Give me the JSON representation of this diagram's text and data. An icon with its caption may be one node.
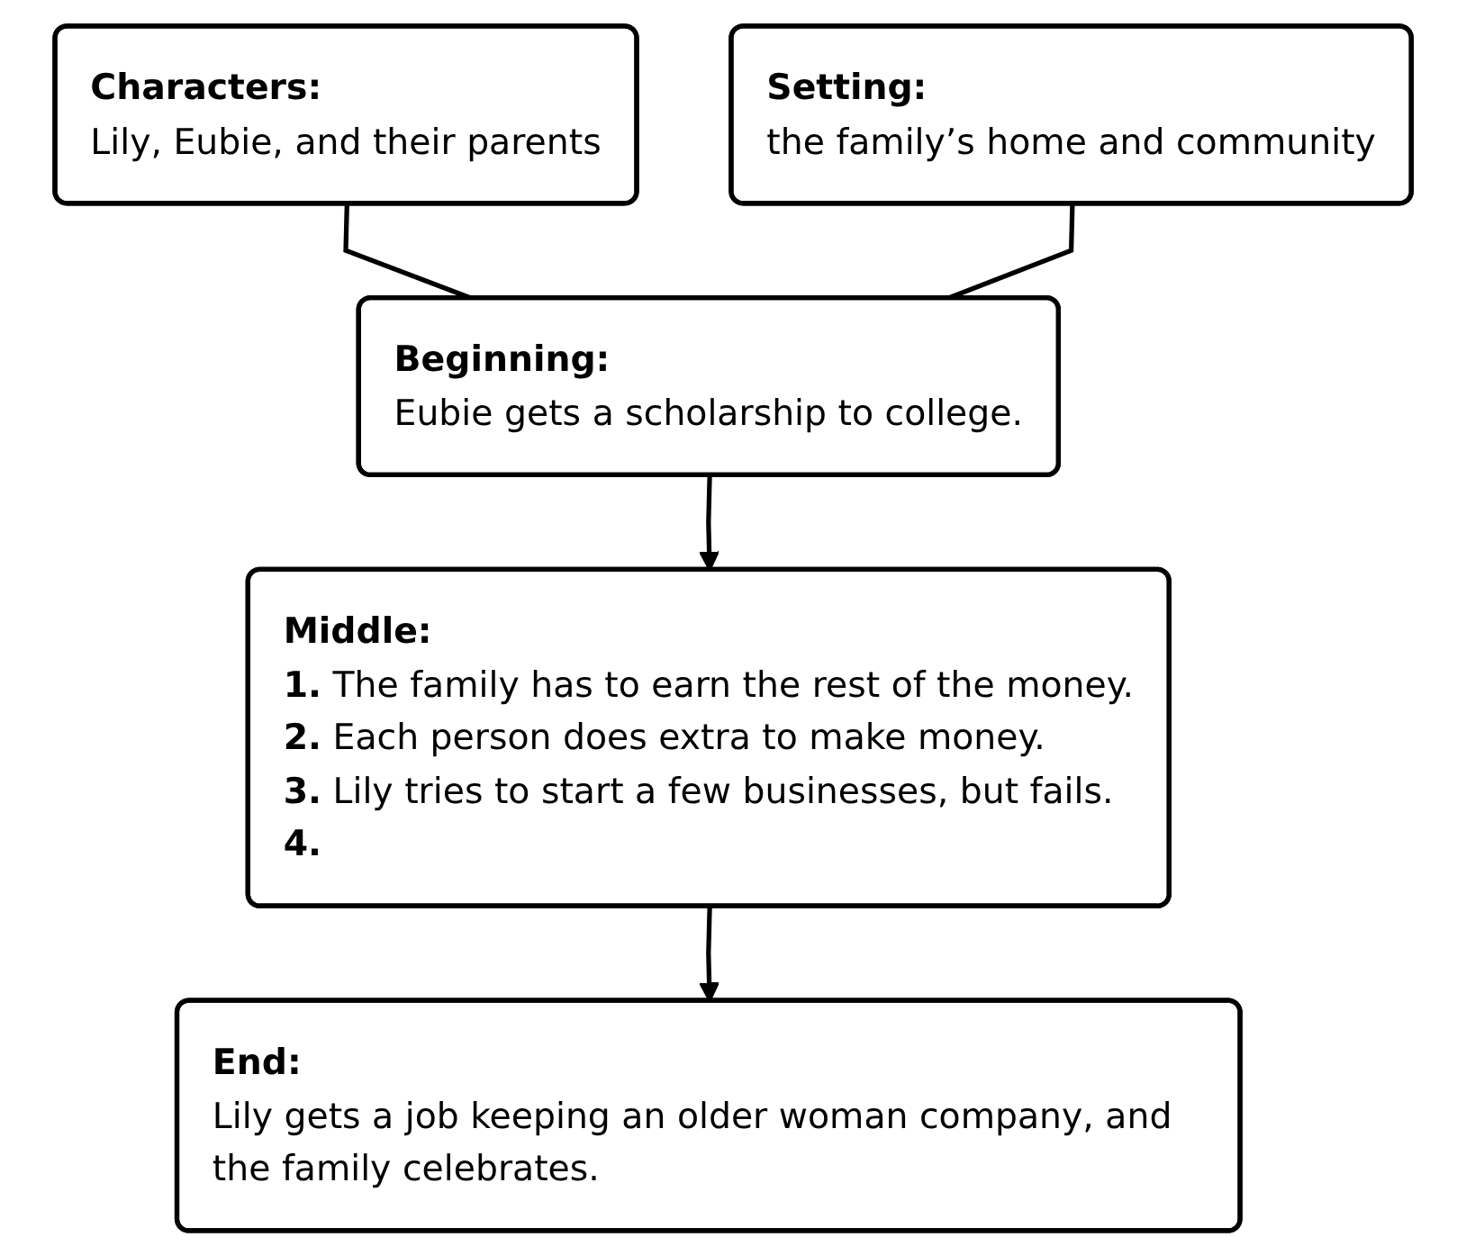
{
  "diagram": {
    "nodes": [
      {
        "text": [
          "Characters:",
          "Lily, Eubie, and their parents"
        ]
      },
      {
        "text": [
          "Setting:",
          "the family’s home and community"
        ]
      },
      {
        "text": [
          "Beginning:",
          "Eubie gets a scholarship to college."
        ]
      },
      {
        "text": [
          "Middle:",
          "1. The family has to earn the rest of the money.",
          "2. Each person does extra to make money.",
          "3. Lily tries to start a few businesses, but fails.",
          "4."
        ]
      },
      {
        "text": [
          "End:",
          "Lily gets a job keeping an older woman company, and the family celebrates."
        ]
      }
    ],
    "edges": [
      {
        "from": 0,
        "to": 2,
        "arrow": "none"
      },
      {
        "from": 1,
        "to": 2,
        "arrow": "none"
      },
      {
        "from": 2,
        "to": 3,
        "arrow": "to"
      },
      {
        "from": 3,
        "to": 4,
        "arrow": "to"
      }
    ]
  }
}
